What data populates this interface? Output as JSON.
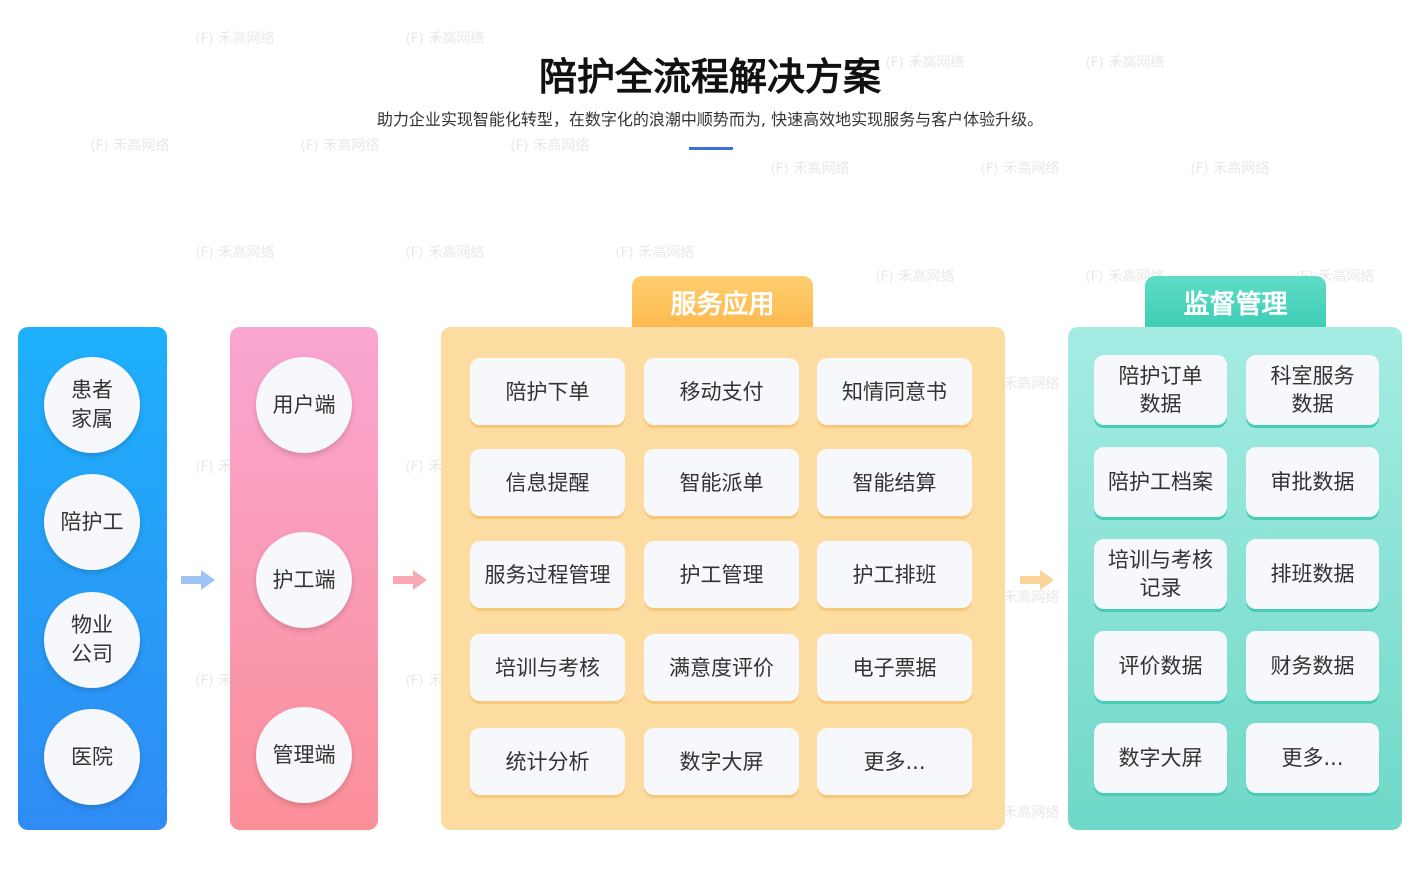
{
  "header": {
    "title": "陪护全流程解决方案",
    "subtitle": "助力企业实现智能化转型，在数字化的浪潮中顺势而为, 快速高效地实现服务与客户体验升级。"
  },
  "roles": [
    "患者\n家属",
    "陪护工",
    "物业\n公司",
    "医院"
  ],
  "clients": [
    "用户端",
    "护工端",
    "管理端"
  ],
  "service": {
    "title": "服务应用",
    "items": [
      "陪护下单",
      "移动支付",
      "知情同意书",
      "信息提醒",
      "智能派单",
      "智能结算",
      "服务过程管理",
      "护工管理",
      "护工排班",
      "培训与考核",
      "满意度评价",
      "电子票据",
      "统计分析",
      "数字大屏",
      "更多..."
    ]
  },
  "monitor": {
    "title": "监督管理",
    "items": [
      "陪护订单\n数据",
      "科室服务\n数据",
      "陪护工档案",
      "审批数据",
      "培训与考核\n记录",
      "排班数据",
      "评价数据",
      "财务数据",
      "数字大屏",
      "更多..."
    ]
  },
  "watermark": "禾高网络",
  "colors": {
    "blue": "#1eb0fb",
    "pink": "#f9a6d2",
    "orange": "#fcdca0",
    "teal": "#6fd8c8",
    "accent": "#3a6fe0"
  }
}
